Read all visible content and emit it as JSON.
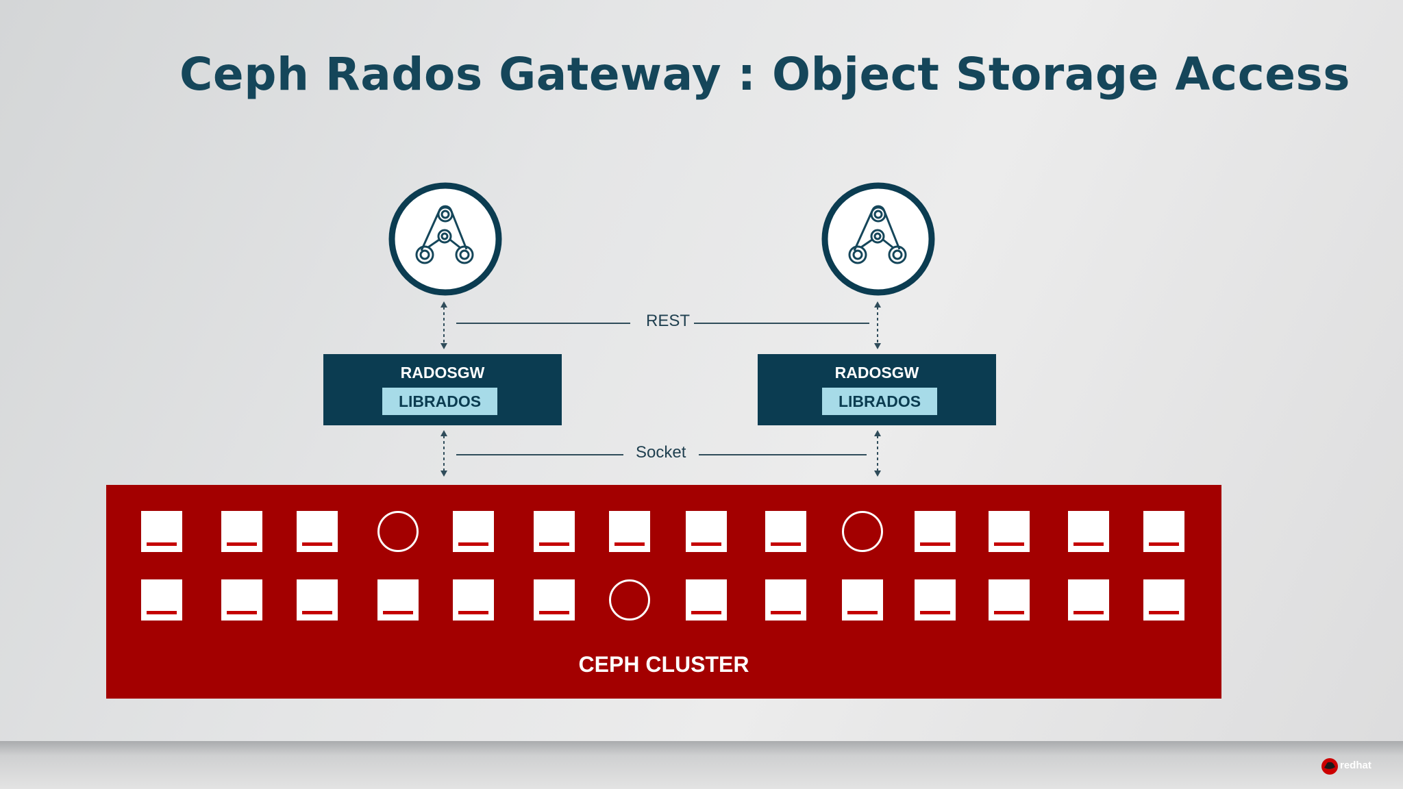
{
  "title": "Ceph Rados Gateway : Object Storage Access",
  "connections": {
    "rest_label": "REST",
    "socket_label": "Socket"
  },
  "clients": [
    {
      "icon": "application-icon"
    },
    {
      "icon": "application-icon"
    }
  ],
  "gateways": [
    {
      "name": "RADOSGW",
      "library": "LIBRADOS"
    },
    {
      "name": "RADOSGW",
      "library": "LIBRADOS"
    }
  ],
  "cluster": {
    "label": "CEPH CLUSTER",
    "rows": [
      [
        "osd",
        "osd",
        "osd",
        "mon",
        "osd",
        "osd",
        "osd",
        "osd",
        "osd",
        "mon",
        "osd",
        "osd",
        "osd",
        "osd"
      ],
      [
        "osd",
        "osd",
        "osd",
        "osd",
        "osd",
        "osd",
        "mon",
        "osd",
        "osd",
        "osd",
        "osd",
        "osd",
        "osd",
        "osd"
      ]
    ]
  },
  "colors": {
    "title": "#15465a",
    "gateway": "#0b3c51",
    "library": "#a7dbe8",
    "cluster": "#a30000"
  },
  "logo": {
    "text": "redhat",
    "icon": "redhat-logo-icon"
  }
}
